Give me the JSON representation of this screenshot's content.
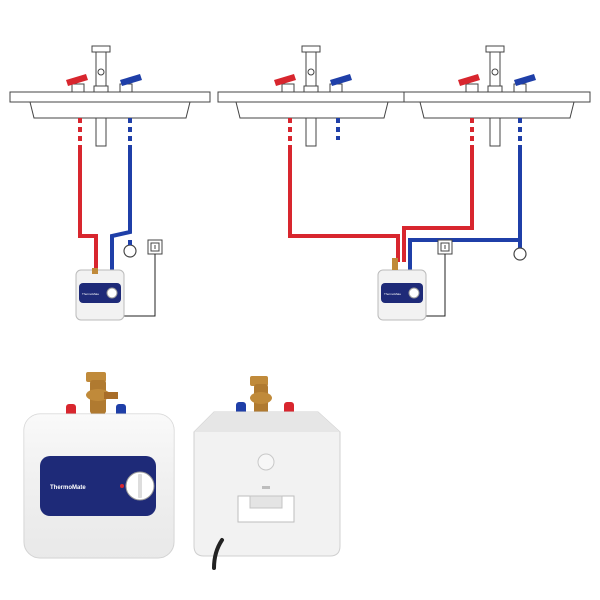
{
  "brand": {
    "name": "ThermoMate"
  },
  "colors": {
    "hot_pipe": "#d8262e",
    "cold_pipe": "#1f3fa8",
    "sink_outline": "#444444",
    "tank_body": "#f2f2f2",
    "front_panel": "#1e2a78",
    "brass_valve": "#c08a3a",
    "power_cord": "#222222"
  },
  "diagrams": [
    {
      "id": "single-sink",
      "sinks": 1,
      "heater_count": 1
    },
    {
      "id": "double-sink",
      "sinks": 2,
      "heater_count": 1
    }
  ],
  "photos": [
    {
      "id": "front-view",
      "hot_inlet_left": true
    },
    {
      "id": "back-view",
      "mounting_bracket": true
    }
  ],
  "icons": {
    "outlet": "power-outlet-icon",
    "pressure_valve": "pressure-relief-valve-icon",
    "thermostat": "thermostat-dial-icon"
  }
}
